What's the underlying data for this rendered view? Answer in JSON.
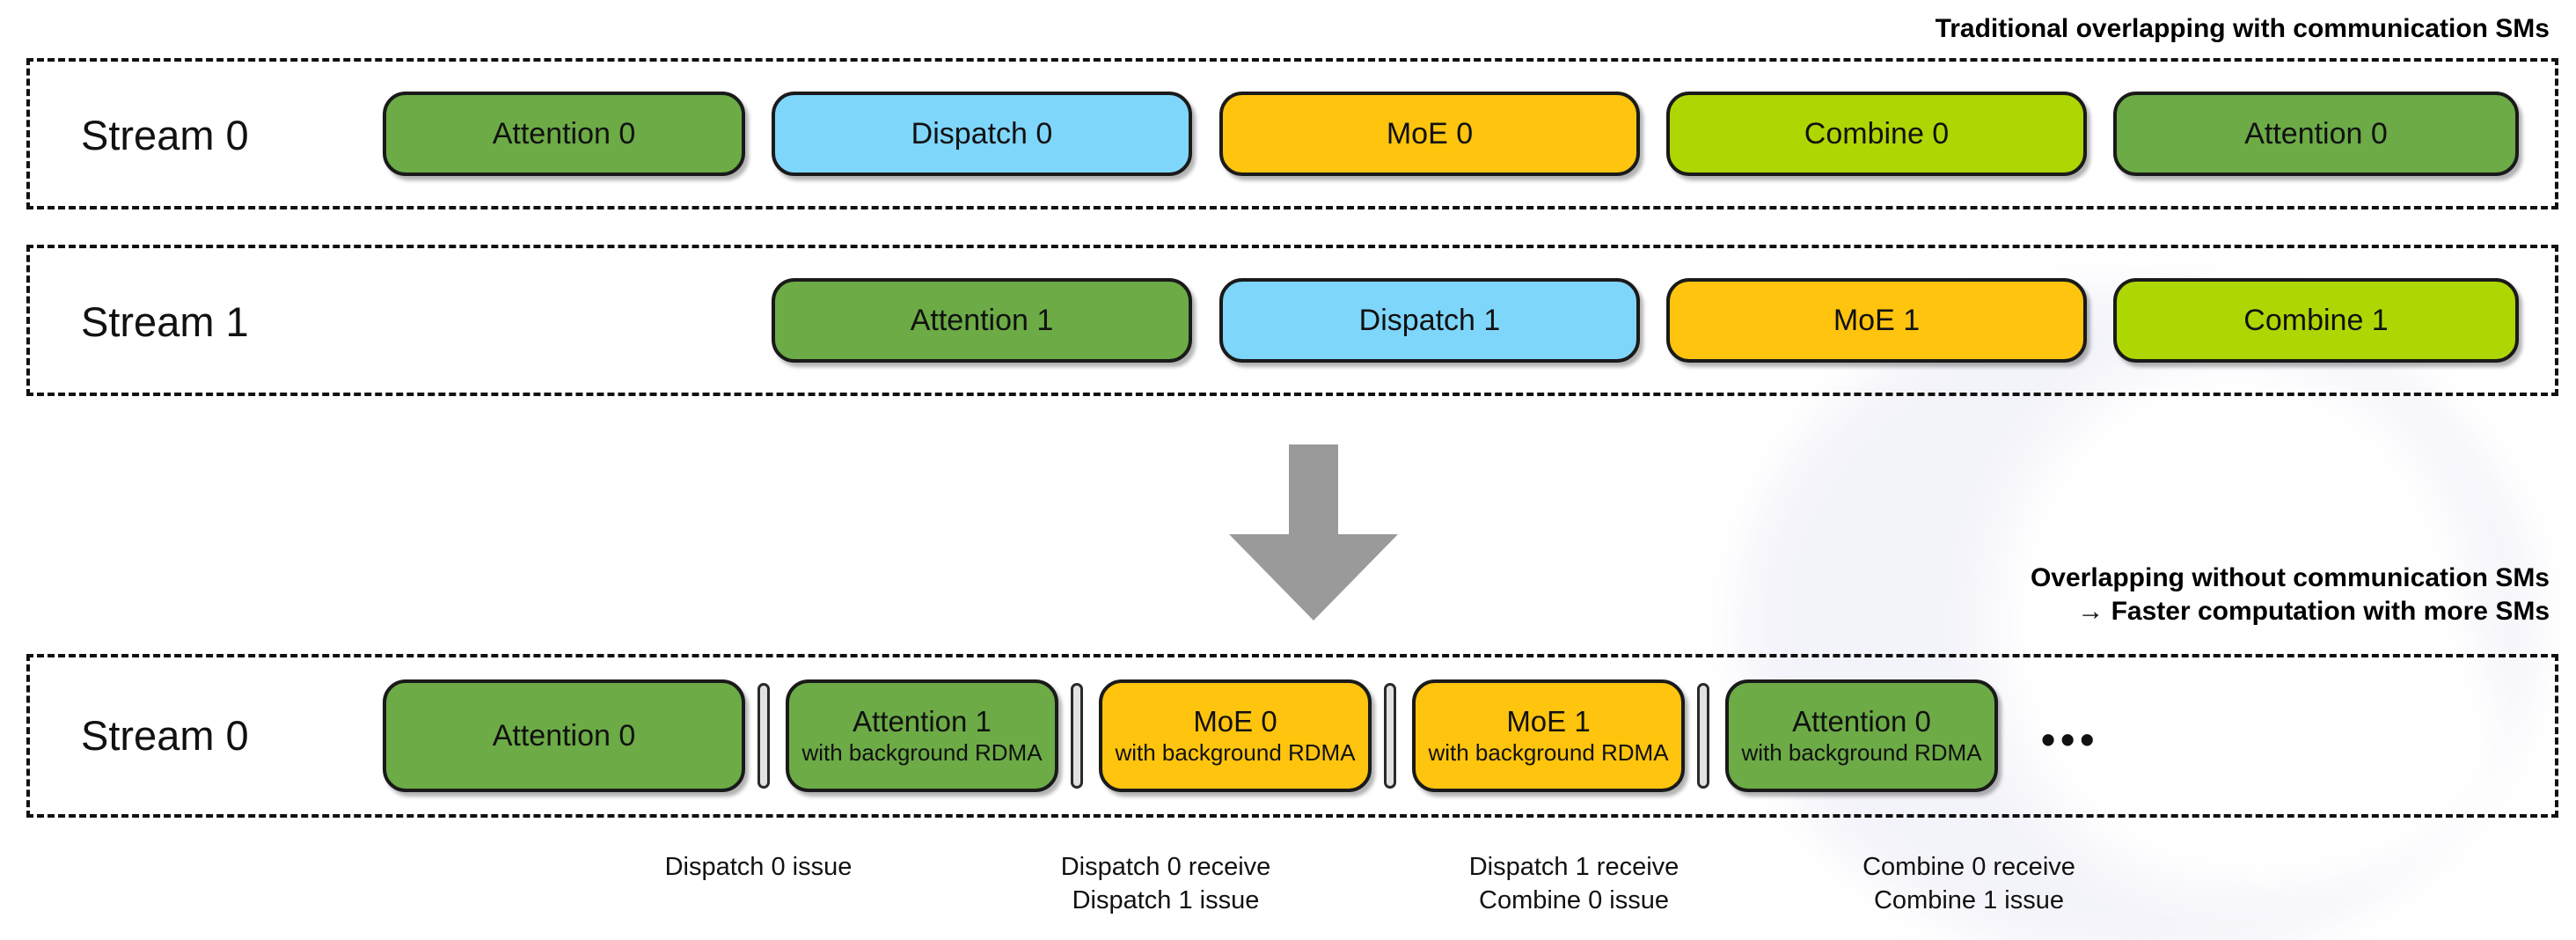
{
  "headings": {
    "top": "Traditional overlapping with communication SMs",
    "bottom_line1": "Overlapping without communication SMs",
    "bottom_line2": "→ Faster computation with more SMs"
  },
  "colors": {
    "attention": "#6cab46",
    "dispatch": "#7ed6fb",
    "moe": "#ffc40d",
    "combine": "#aed603",
    "separator": "#e2e2e2",
    "arrow": "#9a9a9a",
    "outline": "#1a1a1a"
  },
  "streams": [
    {
      "label": "Stream 0",
      "blocks": [
        {
          "title": "Attention 0",
          "sub": "",
          "kind": "attention"
        },
        {
          "title": "Dispatch 0",
          "sub": "",
          "kind": "dispatch"
        },
        {
          "title": "MoE 0",
          "sub": "",
          "kind": "moe"
        },
        {
          "title": "Combine 0",
          "sub": "",
          "kind": "combine"
        },
        {
          "title": "Attention 0",
          "sub": "",
          "kind": "attention"
        }
      ]
    },
    {
      "label": "Stream 1",
      "blocks": [
        {
          "title": "Attention 1",
          "sub": "",
          "kind": "attention"
        },
        {
          "title": "Dispatch 1",
          "sub": "",
          "kind": "dispatch"
        },
        {
          "title": "MoE 1",
          "sub": "",
          "kind": "moe"
        },
        {
          "title": "Combine 1",
          "sub": "",
          "kind": "combine"
        }
      ]
    },
    {
      "label": "Stream 0",
      "trailing": "•••",
      "blocks": [
        {
          "title": "Attention 0",
          "sub": "",
          "kind": "attention"
        },
        {
          "title": "Attention 1",
          "sub": "with background RDMA",
          "kind": "attention"
        },
        {
          "title": "MoE 0",
          "sub": "with background RDMA",
          "kind": "moe"
        },
        {
          "title": "MoE 1",
          "sub": "with background RDMA",
          "kind": "moe"
        },
        {
          "title": "Attention 0",
          "sub": "with background RDMA",
          "kind": "attention"
        }
      ]
    }
  ],
  "captions": [
    {
      "line1": "Dispatch 0 issue",
      "line2": ""
    },
    {
      "line1": "Dispatch 0 receive",
      "line2": "Dispatch 1 issue"
    },
    {
      "line1": "Dispatch 1 receive",
      "line2": "Combine 0 issue"
    },
    {
      "line1": "Combine 0 receive",
      "line2": "Combine 1 issue"
    }
  ],
  "arrow_icon": "down-arrow-icon"
}
